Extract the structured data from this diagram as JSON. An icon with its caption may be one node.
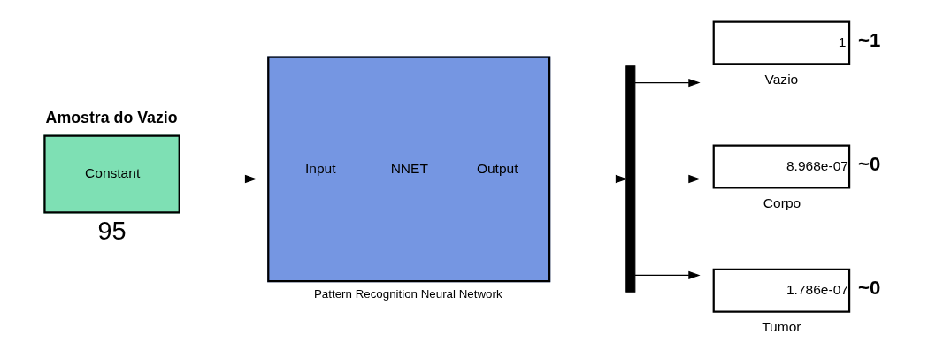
{
  "diagram": {
    "nodes": [
      {
        "text": [
          "Constant"
        ],
        "beside": [
          "Amostra do Vazio",
          "95"
        ]
      },
      {
        "text": [
          "Input",
          "NNET",
          "Output"
        ],
        "beside": [
          "Pattern Recognition Neural Network"
        ]
      },
      {
        "text": [],
        "shape": "bar"
      },
      {
        "text": [
          "1"
        ],
        "beside": [
          "Vazio",
          "~1"
        ]
      },
      {
        "text": [
          "8.968e-07"
        ],
        "beside": [
          "Corpo",
          "~0"
        ]
      },
      {
        "text": [
          "1.786e-07"
        ],
        "beside": [
          "Tumor",
          "~0"
        ]
      }
    ],
    "edges": [
      {
        "from": 0,
        "to": 1,
        "arrow": "to"
      },
      {
        "from": 1,
        "to": 2,
        "arrow": "to"
      },
      {
        "from": 2,
        "to": 3,
        "arrow": "to"
      },
      {
        "from": 2,
        "to": 4,
        "arrow": "to"
      },
      {
        "from": 2,
        "to": 5,
        "arrow": "to"
      }
    ]
  }
}
